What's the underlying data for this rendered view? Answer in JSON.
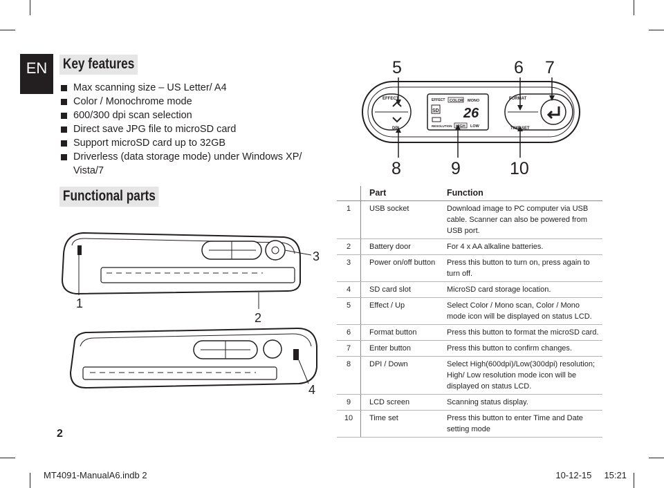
{
  "language_tab": "EN",
  "headings": {
    "key_features": "Key features",
    "functional_parts": "Functional parts"
  },
  "features": [
    "Max scanning size – US Letter/ A4",
    "Color / Monochrome mode",
    "600/300 dpi scan selection",
    "Direct save JPG file to microSD card",
    "Support microSD card up to 32GB",
    "Driverless (data storage mode) under Windows XP/ Vista/7"
  ],
  "panel_callouts": [
    "5",
    "6",
    "7",
    "8",
    "9",
    "10"
  ],
  "panel_labels": {
    "effect": "EFFECT",
    "dpi": "DPI",
    "format": "FORMAT",
    "time_set": "TIME SET",
    "lcd_effect": "EFFECT",
    "lcd_color": "COLOR",
    "lcd_mono": "MONO",
    "lcd_sd": "SD",
    "lcd_count": "26",
    "lcd_resolution": "RESOLUTION",
    "lcd_high": "HIGH",
    "lcd_low": "LOW"
  },
  "device_callouts": [
    "1",
    "2",
    "3",
    "4"
  ],
  "table": {
    "headers": {
      "part": "Part",
      "function": "Function"
    },
    "rows": [
      {
        "num": "1",
        "part": "USB socket",
        "function": "Download image to PC computer via USB cable. Scanner can also be powered from USB port."
      },
      {
        "num": "2",
        "part": "Battery door",
        "function": "For 4 x AA alkaline batteries."
      },
      {
        "num": "3",
        "part": "Power on/off button",
        "function": "Press this button to turn on, press again to turn off."
      },
      {
        "num": "4",
        "part": "SD card slot",
        "function": "MicroSD card storage location."
      },
      {
        "num": "5",
        "part": "Effect / Up",
        "function": "Select Color / Mono scan, Color / Mono mode icon will be displayed on status LCD."
      },
      {
        "num": "6",
        "part": "Format button",
        "function": "Press this button to format the microSD card."
      },
      {
        "num": "7",
        "part": "Enter button",
        "function": "Press this button to confirm changes."
      },
      {
        "num": "8",
        "part": "DPI / Down",
        "function": "Select High(600dpi)/Low(300dpi) resolution; High/ Low resolution mode icon will be displayed on status LCD."
      },
      {
        "num": "9",
        "part": "LCD screen",
        "function": "Scanning status display."
      },
      {
        "num": "10",
        "part": "Time set",
        "function": "Press this button to enter Time and Date setting mode"
      }
    ]
  },
  "page_number": "2",
  "footer": {
    "file": "MT4091-ManualA6.indb   2",
    "date": "10-12-15",
    "time": "15:21"
  }
}
